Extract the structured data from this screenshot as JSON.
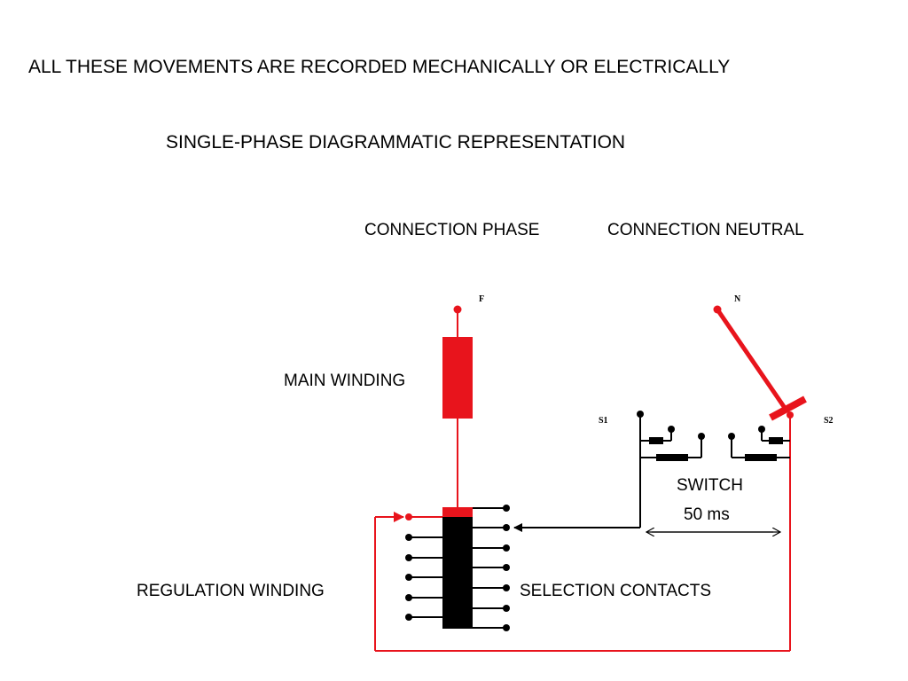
{
  "headline": "ALL THESE MOVEMENTS ARE RECORDED MECHANICALLY OR ELECTRICALLY",
  "subtitle": "SINGLE-PHASE DIAGRAMMATIC REPRESENTATION",
  "labels": {
    "connection_phase": "CONNECTION PHASE",
    "connection_neutral": "CONNECTION NEUTRAL",
    "phase_terminal": "F",
    "neutral_terminal": "N",
    "main_winding": "MAIN WINDING",
    "regulation_winding": "REGULATION WINDING",
    "selection_contacts": "SELECTION CONTACTS",
    "s1": "S1",
    "s2": "S2",
    "switch": "SWITCH",
    "switch_time": "50 ms"
  },
  "colors": {
    "conductor": "#e8141c",
    "winding": "#e8141c",
    "regulation_winding": "#000000",
    "wire": "#000000"
  }
}
